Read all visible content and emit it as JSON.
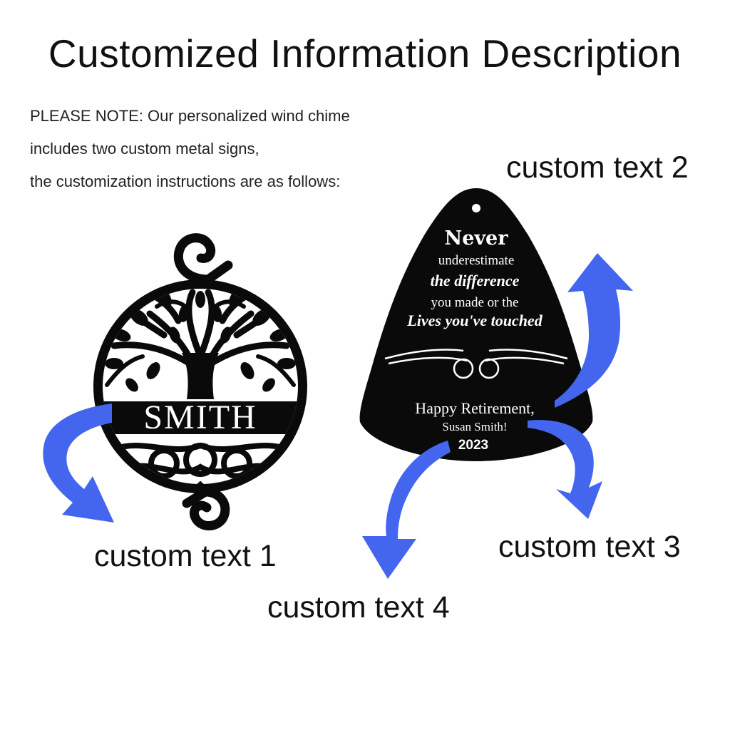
{
  "title": "Customized Information Description",
  "note": {
    "lines": [
      "PLEASE NOTE: Our personalized wind chime",
      "includes two custom metal signs,",
      "the customization instructions are as follows:"
    ]
  },
  "sign_round": {
    "name_text": "SMITH"
  },
  "sign_bell": {
    "line1": "Never",
    "line2": "underestimate",
    "line3": "the difference",
    "line4": "you made or the",
    "line5": "Lives you've touched",
    "line6": "Happy Retirement,",
    "line7": "Susan Smith!",
    "line8": "2023"
  },
  "labels": {
    "custom_text_1": "custom text 1",
    "custom_text_2": "custom text 2",
    "custom_text_3": "custom text 3",
    "custom_text_4": "custom text 4"
  },
  "colors": {
    "arrow": "#4466ee",
    "sign": "#0a0a0a",
    "engraving": "#ffffff"
  }
}
